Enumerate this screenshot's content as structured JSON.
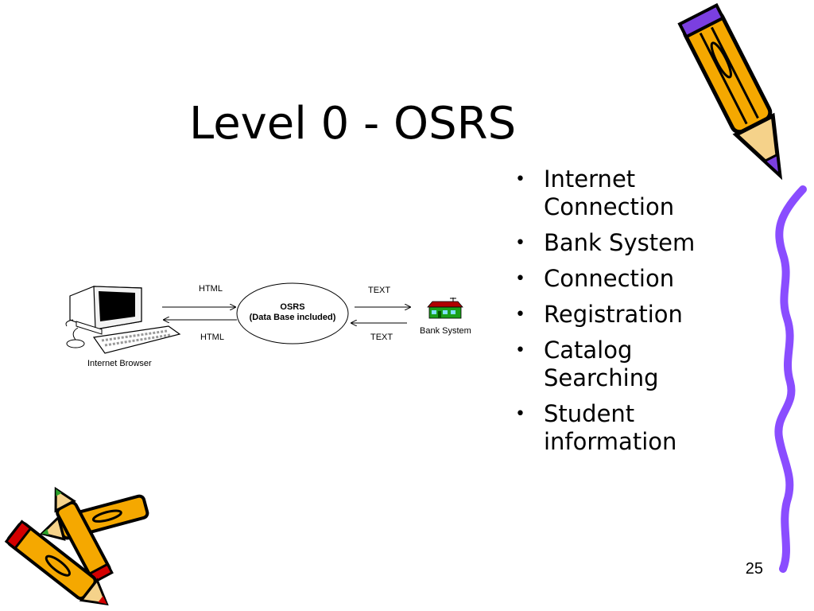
{
  "slide": {
    "title": "Level 0 - OSRS",
    "page_number": "25"
  },
  "bullets": [
    "Internet Connection",
    "Bank System",
    "Connection",
    "Registration",
    "Catalog Searching",
    "Student information"
  ],
  "diagram": {
    "process_name": "OSRS",
    "process_subtitle": "(Data Base included)",
    "left_entity": "Internet Browser",
    "right_entity": "Bank System",
    "flow_top_left": "HTML",
    "flow_bottom_left": "HTML",
    "flow_top_right": "TEXT",
    "flow_bottom_right": "TEXT"
  },
  "colors": {
    "pencil_body": "#f5a800",
    "pencil_outline": "#000000",
    "squiggle": "#8a4dff",
    "house_roof": "#b00000",
    "house_wall": "#19a019"
  },
  "icons": [
    "computer-icon",
    "bank-building-icon",
    "pencil-clipart",
    "crossed-pencils-clipart",
    "purple-squiggle"
  ]
}
